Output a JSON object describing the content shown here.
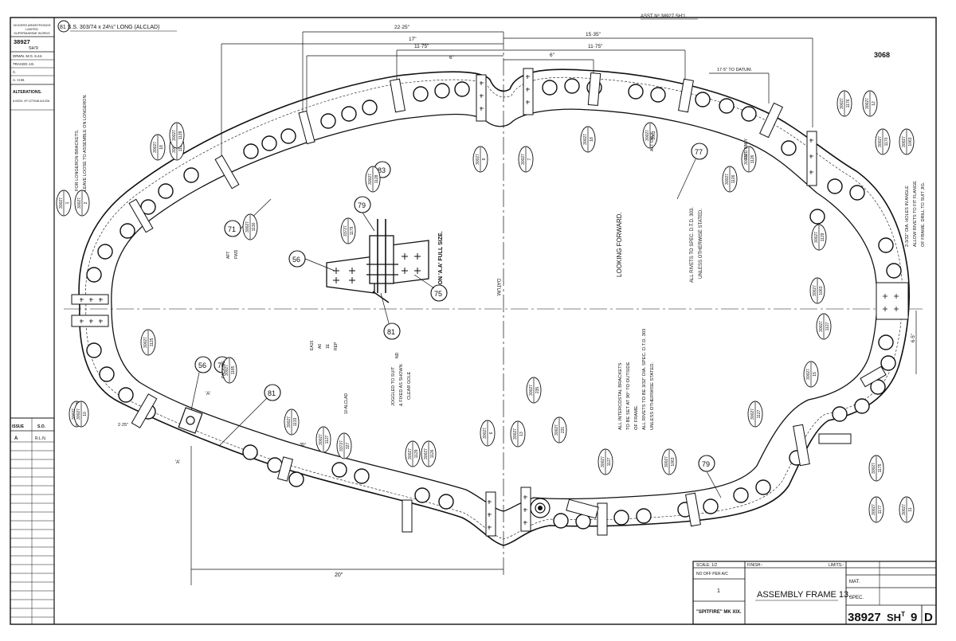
{
  "drawing_no": "38927",
  "sheet_no": "9",
  "issue_letter": "D",
  "title": "ASSEMBLY FRAME 13.",
  "aircraft": "\"SPITFIRE\" MK XIX.",
  "scale": "SCALE: 1/2",
  "finish": "FINISH:-",
  "limits": "LIMITS:-",
  "no_off_label": "NO OFF PER A/C",
  "no_off_value": "1",
  "mat_label": "MAT.",
  "spec_label": "SPEC.",
  "ref_no": "3068",
  "assy_note": "ASST Nº 38927 SH'1.",
  "part_81_spec": "81  S.S. 303/74 x 24½\" LONG (ALCLAD)",
  "company": {
    "l1": "VICKERS ARMSTRONGS",
    "l2": "LIMITED",
    "l3": "SUPERMARINE WORKS"
  },
  "left_panel": {
    "drg": "38927",
    "sheet": "SH'9",
    "drawn": "DRWN. M.G. 6.44.",
    "traced": "TRACED J.E.",
    "checked": "C.",
    "approved": "A. H.W.",
    "alterations": "ALTERATIONS.",
    "alt_a": "A  MOD. Nº 1270/48 A/1226",
    "issue": "ISSUE",
    "so": "S.O.",
    "issue_a": "A",
    "issue_a_by": "R.L.N."
  },
  "dims": {
    "d1": "22·25\"",
    "d2": "17\"",
    "d3": "11·75\"",
    "d4": "6\"",
    "d5": "6\"",
    "d6": "11·75\"",
    "d7": "15·35\"",
    "d8": "17·5\" TO DATUM.",
    "d9": "20\"",
    "d10": "6·5\"",
    "d11": "2·25\"",
    "d12": "35°"
  },
  "notes": {
    "looking_forward": "LOOKING FORWARD.",
    "datum": "DATUM.",
    "rivets_1": "ALL RIVETS TO SPEC. D.T.D. 303.",
    "rivets_2": "UNLESS OTHERWISE STATED.",
    "inter_1": "ALL INTERCOSTAL BRACKETS",
    "inter_2": "TO BE SET AT 90° TO OUTSIDE",
    "inter_3": "OF FRAME.",
    "inter_4": "ALL RIVETS TO BE 3/32\" DIA. SPEC. D.T.D. 303",
    "inter_5": "UNLESS OTHERWISE STATED.",
    "section": "SECTION 'A.A' FULL SIZE.",
    "gusset_1": "JOGGLED TO SUIT",
    "gusset_2": "& FIXED AS SHOWN",
    "gusset_3": "CLEAR GOLE",
    "longeron": "FOR LONGERON BRACKETS.",
    "longeron_2": "LEAVE LOOSE TO ASSEMBLE ON LONGERON.",
    "right_side_1": "2-3/32\" DIA. HOLES IN ANGLE",
    "right_side_2": "ALLOW RIVETS TO FIT FLANGE",
    "right_side_3": "OF FRAME. DRILL TO SUIT JIG."
  },
  "callouts": [
    {
      "id": "c56",
      "label": "56"
    },
    {
      "id": "c79",
      "label": "79"
    },
    {
      "id": "c75",
      "label": "75"
    },
    {
      "id": "c81",
      "label": "81"
    },
    {
      "id": "c71",
      "label": "71"
    },
    {
      "id": "c83",
      "label": "83"
    },
    {
      "id": "c77",
      "label": "77"
    },
    {
      "id": "c81b",
      "label": "81"
    },
    {
      "id": "c56b",
      "label": "56"
    },
    {
      "id": "c75b",
      "label": "75"
    },
    {
      "id": "c79b",
      "label": "79"
    }
  ],
  "part_tags": [
    {
      "top": "30027",
      "bot": "1"
    },
    {
      "top": "30027",
      "bot": "2"
    },
    {
      "top": "30027",
      "bot": "18"
    },
    {
      "top": "30027",
      "bot": "1128"
    },
    {
      "top": "30027",
      "bot": "1129"
    },
    {
      "top": "30027",
      "bot": "1130"
    },
    {
      "top": "30027",
      "bot": "1125"
    },
    {
      "top": "30027",
      "bot": "9"
    },
    {
      "top": "30027",
      "bot": "7"
    },
    {
      "top": "30027",
      "bot": "18"
    },
    {
      "top": "30027",
      "bot": "1063"
    },
    {
      "top": "30027",
      "bot": "1176"
    },
    {
      "top": "30027",
      "bot": "12"
    },
    {
      "top": "30027",
      "bot": "1170"
    },
    {
      "top": "30027",
      "bot": "1063"
    },
    {
      "top": "30027",
      "bot": "1126"
    },
    {
      "top": "30027",
      "bot": "1126"
    },
    {
      "top": "30027",
      "bot": "1129"
    },
    {
      "top": "30027",
      "bot": "1063"
    },
    {
      "top": "30027",
      "bot": "1127"
    },
    {
      "top": "30027",
      "bot": "15"
    },
    {
      "top": "30027",
      "bot": "1127"
    },
    {
      "top": "30027",
      "bot": "1175"
    },
    {
      "top": "30027",
      "bot": "1177"
    },
    {
      "top": "30027",
      "bot": "11"
    },
    {
      "top": "30027",
      "bot": "1063"
    },
    {
      "top": "30027",
      "bot": "1127"
    },
    {
      "top": "30027",
      "bot": "6"
    },
    {
      "top": "30027",
      "bot": "1129"
    },
    {
      "top": "30027",
      "bot": "1126"
    },
    {
      "top": "30027",
      "bot": "1127"
    },
    {
      "top": "30027",
      "bot": "1128"
    },
    {
      "top": "33727",
      "bot": "1179"
    },
    {
      "top": "33727",
      "bot": "327"
    },
    {
      "top": "30027",
      "bot": "1133"
    },
    {
      "top": "30027",
      "bot": "1127"
    },
    {
      "top": "30027",
      "bot": "10"
    },
    {
      "top": "30027",
      "bot": "13"
    },
    {
      "top": "30027",
      "bot": "1185"
    },
    {
      "top": "30027",
      "bot": "235"
    },
    {
      "top": "30027",
      "bot": "231"
    }
  ],
  "small_labels": {
    "aft": "AFT",
    "fwd": "FWD",
    "aft_only": "AFT ONLY",
    "fwd_only": "FWD ONLY",
    "packing": "PACKING",
    "al_10": "10 ALCLAD",
    "e415": "EA15",
    "a6": "A6",
    "ie": "1E",
    "rep": "REP",
    "nd": "ND",
    "sec_a": "'A'",
    "sec_a2": "'A'"
  }
}
